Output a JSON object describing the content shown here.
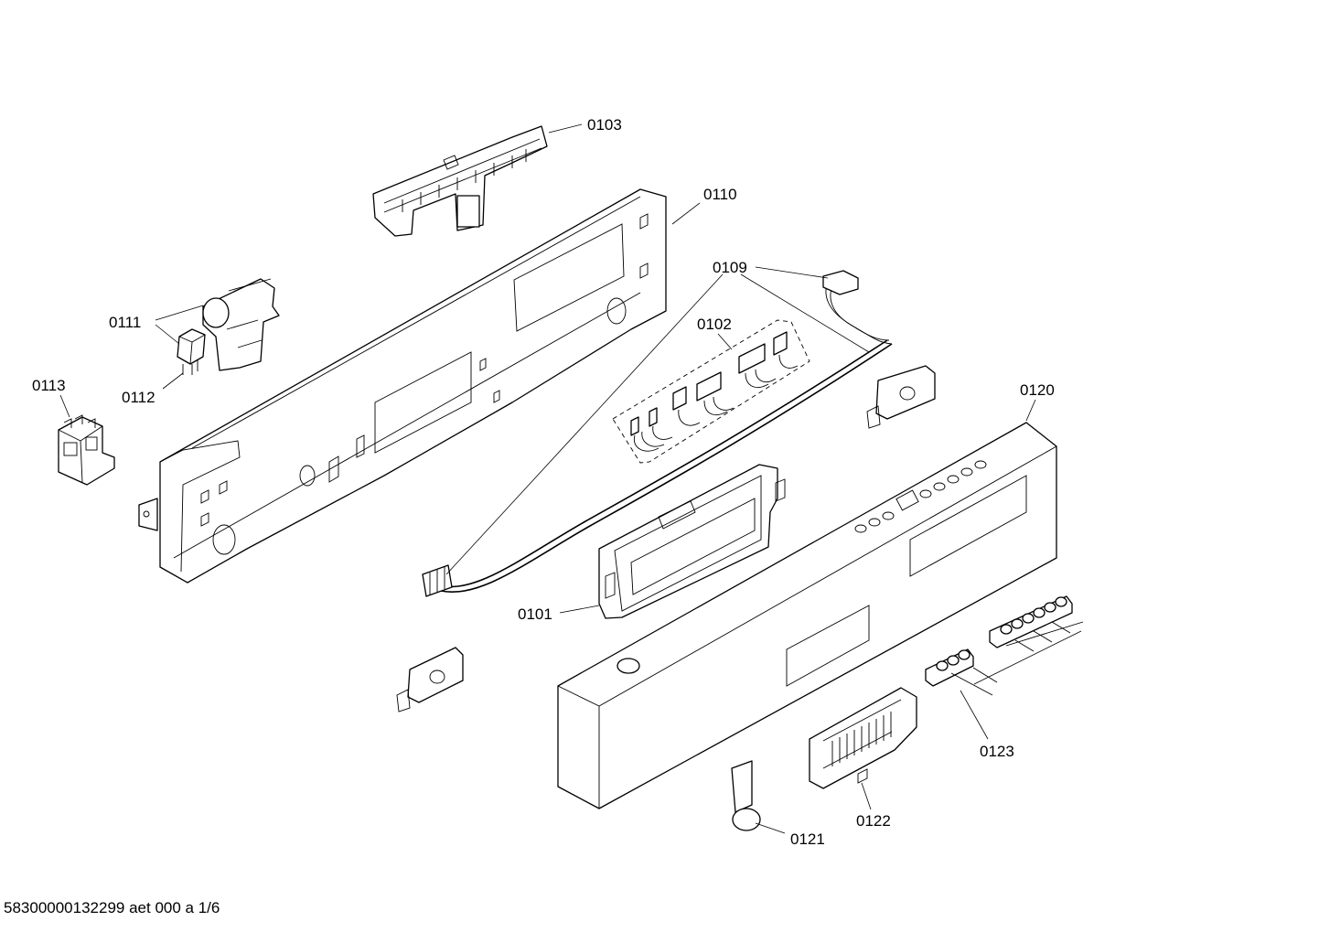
{
  "labels": {
    "p0101": "0101",
    "p0102": "0102",
    "p0103": "0103",
    "p0109": "0109",
    "p0110": "0110",
    "p0111": "0111",
    "p0112": "0112",
    "p0113": "0113",
    "p0120": "0120",
    "p0121": "0121",
    "p0122": "0122",
    "p0123": "0123"
  },
  "footer": {
    "text": "58300000132299 aet 000 a 1/6"
  }
}
